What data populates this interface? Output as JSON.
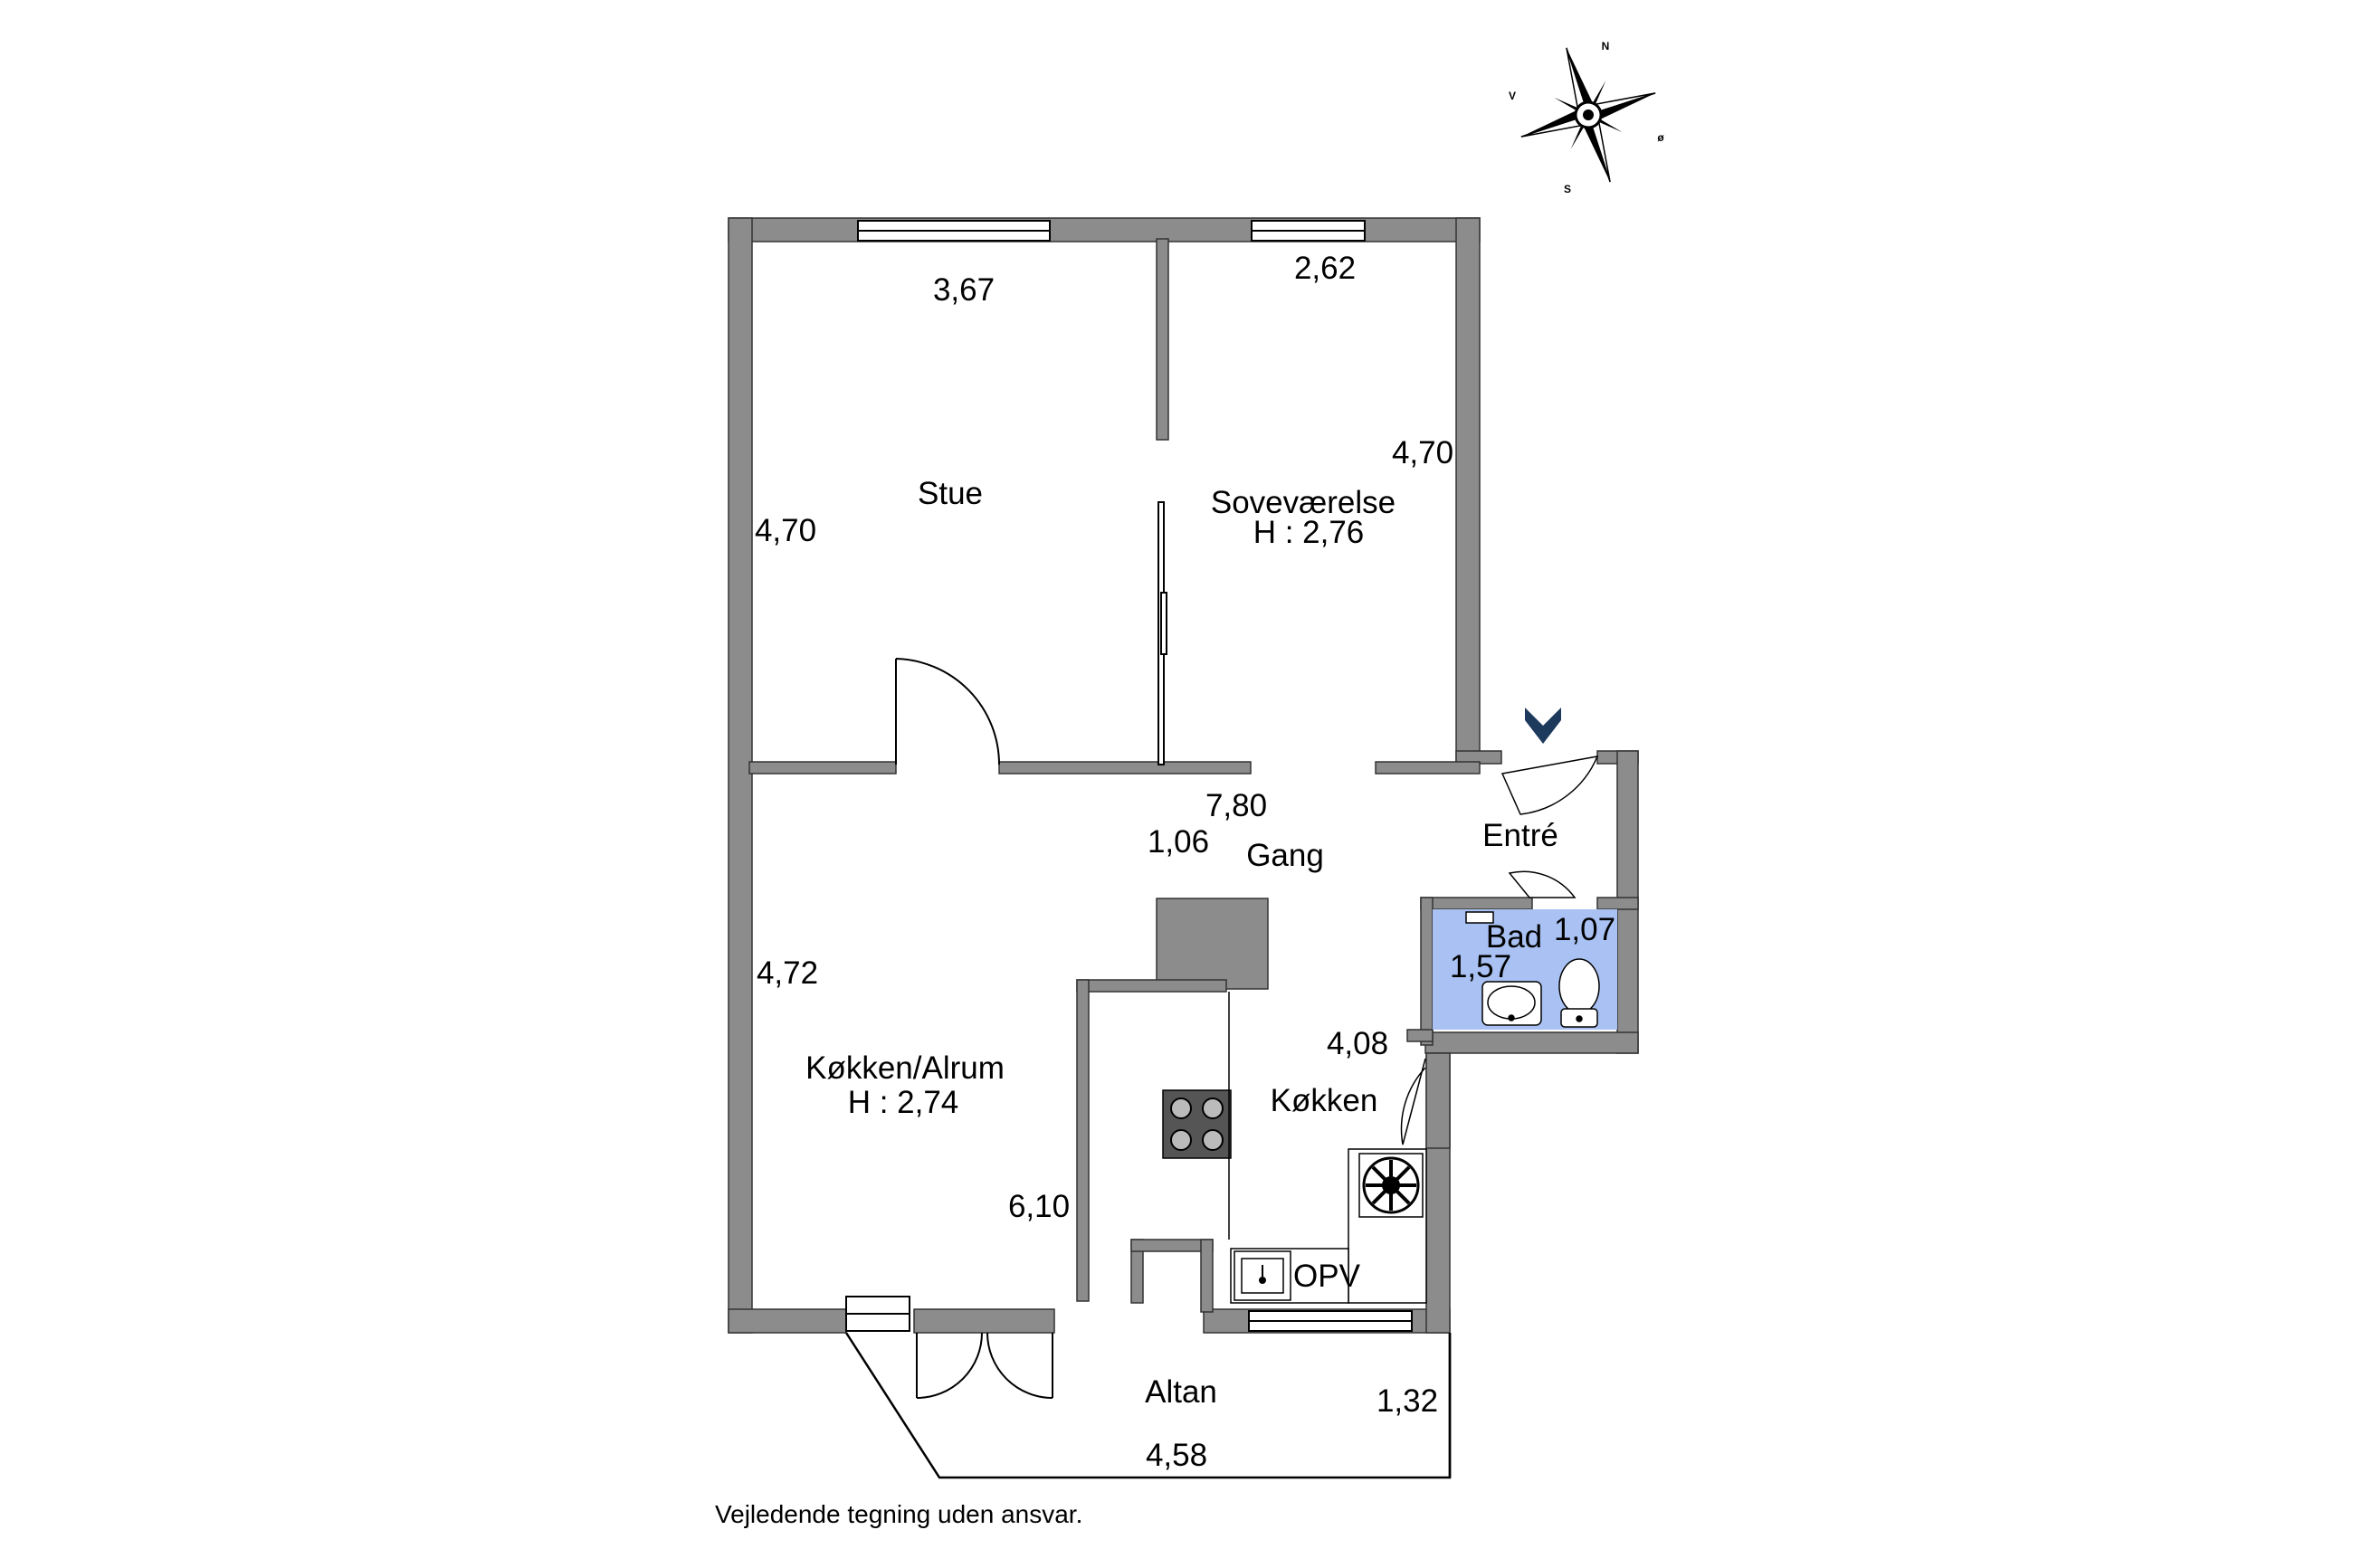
{
  "colors": {
    "wall": "#8c8c8c",
    "wall_edge": "#333333",
    "bathroom_fill": "#a9c2f3",
    "entry_arrow": "#1d3a5c",
    "fixture_fill": "#9a9a9a"
  },
  "compass": {
    "north": "N",
    "east": "ø",
    "south": "S",
    "west": "V"
  },
  "rooms": {
    "stue": {
      "name": "Stue",
      "width": "3,67",
      "length": "4,70"
    },
    "sovevaerelse": {
      "name": "Soveværelse",
      "height": "H : 2,76",
      "width": "2,62",
      "length": "4,70"
    },
    "gang": {
      "name": "Gang",
      "length": "7,80",
      "width": "1,06"
    },
    "entre": {
      "name": "Entré"
    },
    "bad": {
      "name": "Bad",
      "width": "1,07",
      "length": "1,57"
    },
    "koekken_alrum": {
      "name": "Køkken/Alrum",
      "height": "H : 2,74",
      "length": "4,72",
      "width": "6,10"
    },
    "koekken": {
      "name": "Køkken",
      "length": "4,08",
      "cabinet_label": "OPV"
    },
    "altan": {
      "name": "Altan",
      "length": "4,58",
      "width": "1,32"
    }
  },
  "disclaimer": "Vejledende tegning uden ansvar."
}
